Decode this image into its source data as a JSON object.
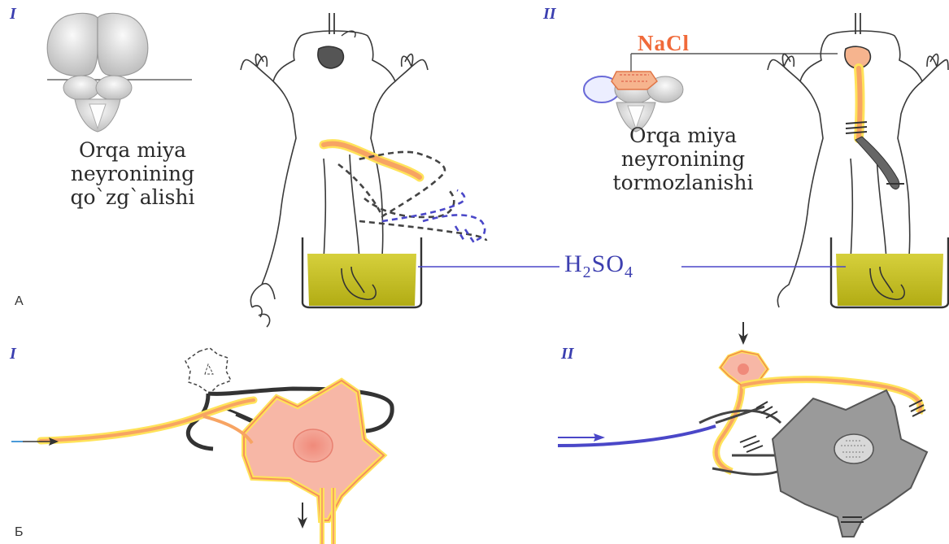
{
  "panels": {
    "top_label": "A",
    "bottom_label": "Б"
  },
  "roman": {
    "top_left": "I",
    "top_right": "II",
    "bottom_left": "I",
    "bottom_right": "II"
  },
  "captions": {
    "left": [
      "Orqa miya",
      "neyronining",
      "qo`zg`alishi"
    ],
    "right": [
      "Orqa miya",
      "neyronining",
      "tormozlanishi"
    ]
  },
  "labels": {
    "nacl": "NaCl",
    "acid_main": "H",
    "acid_sub1": "2",
    "acid_mid": "SO",
    "acid_sub2": "4"
  },
  "colors": {
    "excitation": "#f7a463",
    "excitation_glow": "#ffe35a",
    "neuron_fill": "#f7b7a6",
    "inhibited_fill": "#9a9a9a",
    "acid": "#c8c22a",
    "outline": "#3a3a3a",
    "blue": "#4a47c8"
  }
}
